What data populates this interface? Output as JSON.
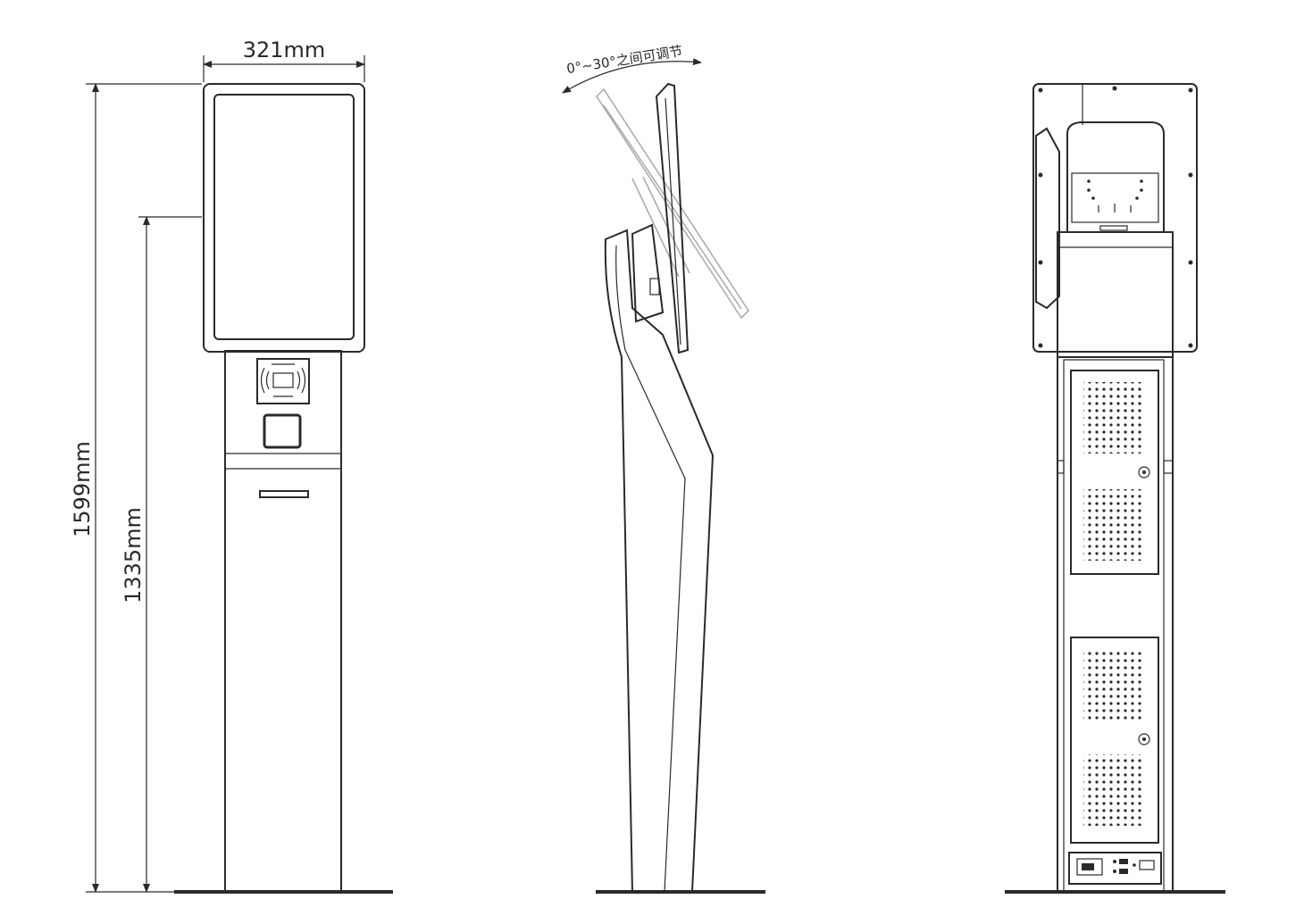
{
  "dimensions": {
    "width_label": "321mm",
    "total_height_label": "1599mm",
    "screen_bottom_height_label": "1335mm"
  },
  "tilt_note": "0°~30°之间可调节",
  "colors": {
    "line": "#2a2a2a",
    "ghost_line": "#a8a8a8",
    "background": "#ffffff"
  }
}
